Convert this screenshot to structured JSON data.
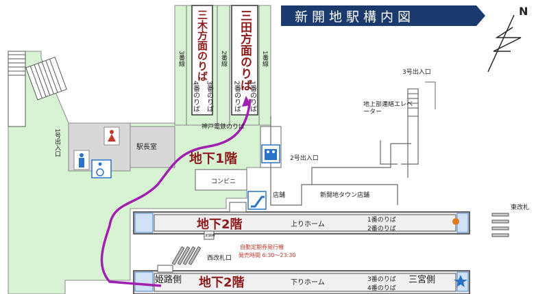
{
  "title": "新開地駅構内図",
  "compass": "N",
  "platform_signs": {
    "sanki": "三木方面のりば",
    "sanda": "三田方面のりば"
  },
  "track_labels": {
    "t3": "3番線",
    "t2": "2番線",
    "t1": "1番線",
    "p4": "4番のりば",
    "p3": "3番のりば",
    "p2": "2番のりば",
    "p1": "1番のりば"
  },
  "labels": {
    "kobe_dentetsu": "神戸電鉄のりば",
    "exit1": "1号出入口",
    "exit2": "2号出入口",
    "exit3": "3号出入口",
    "elevator": "地上部連絡エレベーター",
    "station_master": "駅長室",
    "convenience": "コンビニ",
    "shop": "店舗",
    "town_shop": "新開地タウン店舗",
    "east_gate": "東改札",
    "west_gate": "西改札口",
    "ticket_machine_line1": "自動定期券発行機",
    "ticket_machine_line2": "発売時間 6:30〜23:30",
    "teikiken": "定期券",
    "floor_b1": "地下1階",
    "floor_b2_up": "地下2階",
    "floor_b2_down": "地下2階",
    "up_home": "上りホーム",
    "down_home": "下りホーム",
    "up_p1": "1番のりば",
    "up_p2": "2番のりば",
    "down_p3": "3番のりば",
    "down_p4": "4番のりば",
    "himeji": "姫路側",
    "sannomiya": "三宮側"
  },
  "colors": {
    "area_green": "#d8f2d4",
    "route_purple": "#a020b0",
    "title_bg": "#1a3a6e",
    "sign_red": "#8b1a1a",
    "icon_blue": "#2a72c8"
  },
  "icons": [
    "toilet-women-icon",
    "toilet-men-icon",
    "wheelchair-icon",
    "elevator-icon",
    "stairs-icon",
    "escalator-icon",
    "ticket-machine-icon"
  ]
}
